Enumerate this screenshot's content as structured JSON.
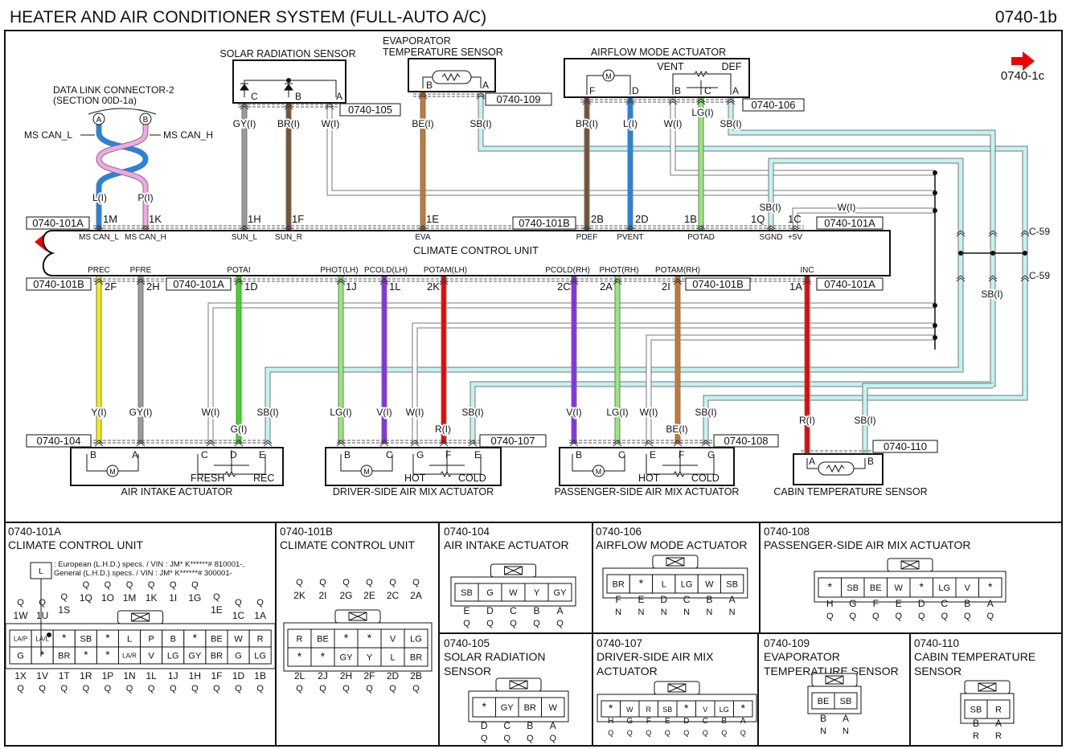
{
  "title": "HEATER AND AIR CONDITIONER SYSTEM (FULL-AUTO A/C)",
  "page_id": "0740-1b",
  "next_page": "0740-1c",
  "wire_colors": {
    "GY": "#9a9a9a",
    "BR": "#7a5230",
    "W": "#ffffff",
    "BE": "#c8782e",
    "SB": "#c4f2f2",
    "L": "#1a86f0",
    "LG": "#94ea74",
    "Y": "#f2f200",
    "G": "#32e012",
    "V": "#8a2ef2",
    "R": "#f20000",
    "P": "#f4a6e6"
  },
  "arrow_color": "#f00000",
  "dlc": {
    "title": "DATA LINK CONNECTOR-2",
    "section": "(SECTION 00D-1a)",
    "pin_a": "A",
    "pin_b": "B",
    "can_l": "MS CAN_L",
    "can_h": "MS CAN_H"
  },
  "components": {
    "solar": {
      "title": "SOLAR RADIATION SENSOR",
      "pins": [
        "C",
        "B",
        "A"
      ],
      "connector": "0740-105"
    },
    "evap": {
      "title1": "EVAPORATOR",
      "title2": "TEMPERATURE SENSOR",
      "pins": [
        "B",
        "A"
      ],
      "connector": "0740-109"
    },
    "airflow": {
      "title": "AIRFLOW MODE ACTUATOR",
      "vent": "VENT",
      "def": "DEF",
      "pins": [
        "F",
        "D",
        "B",
        "C",
        "A"
      ],
      "connector": "0740-106"
    },
    "air_intake": {
      "title": "AIR INTAKE ACTUATOR",
      "pins": [
        "B",
        "A",
        "C",
        "D",
        "E"
      ],
      "fresh": "FRESH",
      "rec": "REC",
      "connector": "0740-104"
    },
    "driver_mix": {
      "title": "DRIVER-SIDE AIR MIX ACTUATOR",
      "pins": [
        "B",
        "C",
        "G",
        "F",
        "E"
      ],
      "hot": "HOT",
      "cold": "COLD",
      "connector": "0740-107"
    },
    "pass_mix": {
      "title": "PASSENGER-SIDE AIR MIX ACTUATOR",
      "pins": [
        "B",
        "C",
        "E",
        "F",
        "G"
      ],
      "hot": "HOT",
      "cold": "COLD",
      "connector": "0740-108"
    },
    "cabin": {
      "title": "CABIN TEMPERATURE SENSOR",
      "pins": [
        "A",
        "B"
      ],
      "connector": "0740-110"
    }
  },
  "ccu": {
    "title": "CLIMATE CONTROL UNIT",
    "connectors_top": [
      "0740-101A",
      "0740-101B",
      "0740-101A"
    ],
    "connectors_bottom": [
      "0740-101B",
      "0740-101A",
      "0740-101B",
      "0740-101A"
    ],
    "top_pins": [
      {
        "pin": "1M",
        "signal": "MS CAN_L"
      },
      {
        "pin": "1K",
        "signal": "MS CAN_H"
      },
      {
        "pin": "1H",
        "signal": "SUN_L"
      },
      {
        "pin": "1F",
        "signal": "SUN_R"
      },
      {
        "pin": "1E",
        "signal": "EVA"
      },
      {
        "pin": "2B",
        "signal": "PDEF"
      },
      {
        "pin": "2D",
        "signal": "PVENT"
      },
      {
        "pin": "1B",
        "signal": "POTAD"
      },
      {
        "pin": "1Q",
        "signal": "SGND"
      },
      {
        "pin": "1C",
        "signal": "+5V"
      }
    ],
    "bottom_pins": [
      {
        "pin": "2F",
        "signal": "PREC"
      },
      {
        "pin": "2H",
        "signal": "PFRE"
      },
      {
        "pin": "1D",
        "signal": "POTAI"
      },
      {
        "pin": "1J",
        "signal": "PHOT(LH)"
      },
      {
        "pin": "1L",
        "signal": "PCOLD(LH)"
      },
      {
        "pin": "2K",
        "signal": "POTAM(LH)"
      },
      {
        "pin": "2C",
        "signal": "PCOLD(RH)"
      },
      {
        "pin": "2A",
        "signal": "PHOT(RH)"
      },
      {
        "pin": "2I",
        "signal": "POTAM(RH)"
      },
      {
        "pin": "1A",
        "signal": "INC"
      }
    ]
  },
  "splice": {
    "name_upper": "C-59",
    "name_lower": "C-59",
    "wire": "SB(I)"
  },
  "wires": [
    {
      "label": "L(I)",
      "color": "L"
    },
    {
      "label": "P(I)",
      "color": "P"
    },
    {
      "label": "GY(I)",
      "color": "GY"
    },
    {
      "label": "BR(I)",
      "color": "BR"
    },
    {
      "label": "W(I)",
      "color": "W"
    },
    {
      "label": "BE(I)",
      "color": "BE"
    },
    {
      "label": "SB(I)",
      "color": "SB"
    },
    {
      "label": "BR(I)",
      "color": "BR"
    },
    {
      "label": "L(I)",
      "color": "L"
    },
    {
      "label": "W(I)",
      "color": "W"
    },
    {
      "label": "LG(I)",
      "color": "LG"
    },
    {
      "label": "SB(I)",
      "color": "SB"
    },
    {
      "label": "SB(I)",
      "color": "SB"
    },
    {
      "label": "W(I)",
      "color": "W"
    },
    {
      "label": "Y(I)",
      "color": "Y"
    },
    {
      "label": "GY(I)",
      "color": "GY"
    },
    {
      "label": "W(I)",
      "color": "W"
    },
    {
      "label": "G(I)",
      "color": "G"
    },
    {
      "label": "SB(I)",
      "color": "SB"
    },
    {
      "label": "LG(I)",
      "color": "LG"
    },
    {
      "label": "V(I)",
      "color": "V"
    },
    {
      "label": "W(I)",
      "color": "W"
    },
    {
      "label": "R(I)",
      "color": "R"
    },
    {
      "label": "SB(I)",
      "color": "SB"
    },
    {
      "label": "V(I)",
      "color": "V"
    },
    {
      "label": "LG(I)",
      "color": "LG"
    },
    {
      "label": "W(I)",
      "color": "W"
    },
    {
      "label": "BE(I)",
      "color": "BE"
    },
    {
      "label": "SB(I)",
      "color": "SB"
    },
    {
      "label": "R(I)",
      "color": "R"
    },
    {
      "label": "SB(I)",
      "color": "SB"
    }
  ],
  "panels": [
    {
      "id": "0740-101A",
      "title": [
        "CLIMATE CONTROL UNIT"
      ],
      "note": {
        "box": "L",
        "lines": [
          ": European (L.H.D.) specs. / VIN : JM* K******# 810001-,",
          "General (L.H.D.) specs. / VIN : JM* K******# 300001-"
        ]
      },
      "rows": [
        [
          "LA/P",
          "LA/L",
          "*",
          "SB",
          "*",
          "L",
          "P",
          "B",
          "*",
          "BE",
          "W",
          "R"
        ],
        [
          "G",
          "*",
          "BR",
          "*",
          "*",
          "LA/R",
          "V",
          "LG",
          "GY",
          "BR",
          "G",
          "LG"
        ]
      ],
      "top_pins": [
        "1W",
        "1U",
        "1S",
        "1Q",
        "1O",
        "1M",
        "1K",
        "1I",
        "1G",
        "1E",
        "1C",
        "1A"
      ],
      "top_terms": [
        "Q",
        "Q",
        "Q",
        "Q",
        "Q",
        "Q",
        "Q",
        "Q",
        "Q",
        "Q",
        "Q",
        "Q"
      ],
      "bottom_pins": [
        "1X",
        "1V",
        "1T",
        "1R",
        "1P",
        "1N",
        "1L",
        "1J",
        "1H",
        "1F",
        "1D",
        "1B"
      ],
      "bottom_terms": [
        "Q",
        "Q",
        "Q",
        "Q",
        "Q",
        "Q",
        "Q",
        "Q",
        "Q",
        "Q",
        "Q",
        "Q"
      ]
    },
    {
      "id": "0740-101B",
      "title": [
        "CLIMATE CONTROL UNIT"
      ],
      "rows": [
        [
          "R",
          "BE",
          "*",
          "*",
          "V",
          "LG"
        ],
        [
          "*",
          "*",
          "GY",
          "Y",
          "L",
          "BR"
        ]
      ],
      "top_pins": [
        "2K",
        "2I",
        "2G",
        "2E",
        "2C",
        "2A"
      ],
      "top_terms": [
        "Q",
        "Q",
        "Q",
        "Q",
        "Q",
        "Q"
      ],
      "bottom_pins": [
        "2L",
        "2J",
        "2H",
        "2F",
        "2D",
        "2B"
      ],
      "bottom_terms": [
        "Q",
        "Q",
        "Q",
        "Q",
        "Q",
        "Q"
      ]
    },
    {
      "id": "0740-104",
      "title": [
        "AIR INTAKE ACTUATOR"
      ],
      "rows": [
        [
          "SB",
          "G",
          "W",
          "Y",
          "GY"
        ]
      ],
      "bottom_pins": [
        "E",
        "D",
        "C",
        "B",
        "A"
      ],
      "bottom_terms": [
        "Q",
        "Q",
        "Q",
        "Q",
        "Q"
      ]
    },
    {
      "id": "0740-106",
      "title": [
        "AIRFLOW MODE ACTUATOR"
      ],
      "rows": [
        [
          "BR",
          "*",
          "L",
          "LG",
          "W",
          "SB"
        ]
      ],
      "bottom_pins": [
        "F",
        "E",
        "D",
        "C",
        "B",
        "A"
      ],
      "bottom_terms": [
        "N",
        "N",
        "N",
        "N",
        "N",
        "N"
      ]
    },
    {
      "id": "0740-108",
      "title": [
        "PASSENGER-SIDE AIR MIX ACTUATOR"
      ],
      "rows": [
        [
          "*",
          "SB",
          "BE",
          "W",
          "*",
          "LG",
          "V",
          "*"
        ]
      ],
      "bottom_pins": [
        "H",
        "G",
        "F",
        "E",
        "D",
        "C",
        "B",
        "A"
      ],
      "bottom_terms": [
        "Q",
        "Q",
        "Q",
        "Q",
        "Q",
        "Q",
        "Q",
        "Q"
      ]
    },
    {
      "id": "0740-105",
      "title": [
        "SOLAR RADIATION",
        "SENSOR"
      ],
      "rows": [
        [
          "*",
          "GY",
          "BR",
          "W"
        ]
      ],
      "bottom_pins": [
        "D",
        "C",
        "B",
        "A"
      ],
      "bottom_terms": [
        "Q",
        "Q",
        "Q",
        "Q"
      ]
    },
    {
      "id": "0740-107",
      "title": [
        "DRIVER-SIDE AIR MIX",
        "ACTUATOR"
      ],
      "rows": [
        [
          "*",
          "W",
          "R",
          "SB",
          "*",
          "V",
          "LG",
          "*"
        ]
      ],
      "bottom_pins": [
        "H",
        "G",
        "F",
        "E",
        "D",
        "C",
        "B",
        "A"
      ],
      "bottom_terms": [
        "Q",
        "Q",
        "Q",
        "Q",
        "Q",
        "Q",
        "Q",
        "Q"
      ]
    },
    {
      "id": "0740-109",
      "title": [
        "EVAPORATOR",
        "TEMPERATURE SENSOR"
      ],
      "rows": [
        [
          "BE",
          "SB"
        ]
      ],
      "bottom_pins": [
        "B",
        "A"
      ],
      "bottom_terms": [
        "N",
        "N"
      ]
    },
    {
      "id": "0740-110",
      "title": [
        "CABIN TEMPERATURE",
        "SENSOR"
      ],
      "rows": [
        [
          "SB",
          "R"
        ]
      ],
      "bottom_pins": [
        "B",
        "A"
      ],
      "bottom_terms": [
        "R",
        "R"
      ]
    }
  ]
}
